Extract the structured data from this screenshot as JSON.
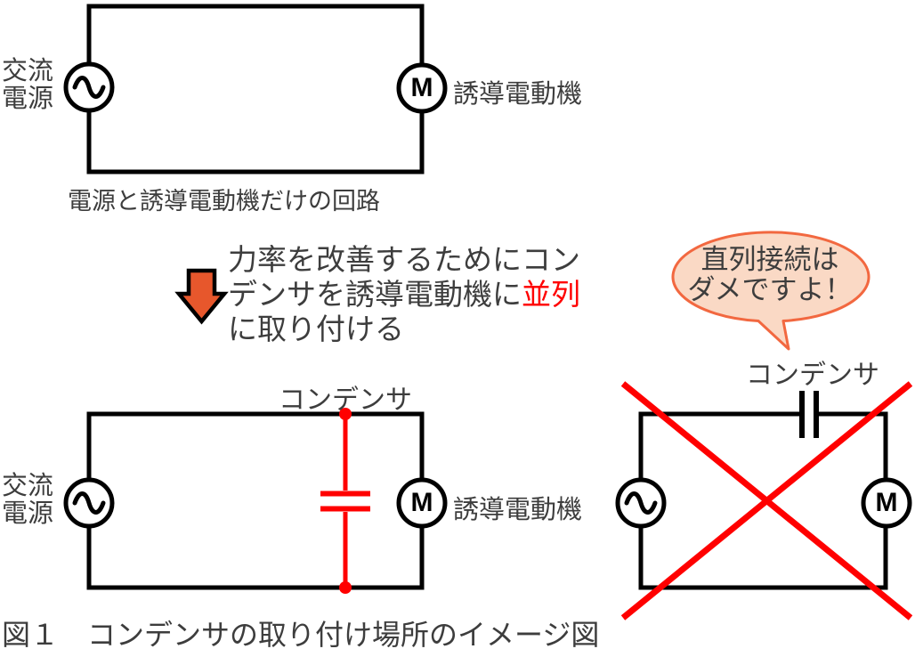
{
  "colors": {
    "wire_black": "#000000",
    "highlight_red": "#ff0000",
    "text_gray": "#3d3d3d",
    "arrow_orange": "#e7572c",
    "bubble_fill": "#fad9c5",
    "bubble_border": "#f26840"
  },
  "top_circuit": {
    "ac_source_label": "交流\n電源",
    "motor_symbol": "M",
    "motor_label": "誘導電動機",
    "caption": "電源と誘導電動機だけの回路"
  },
  "transition": {
    "line1": "力率を改善するためにコン",
    "line2_prefix": "デンサを誘導電動機に",
    "line2_highlight": "並列",
    "line3": "に取り付ける"
  },
  "speech_bubble": {
    "line1": "直列接続は",
    "line2": "ダメですよ！"
  },
  "parallel_circuit": {
    "capacitor_label": "コンデンサ",
    "ac_source_label": "交流\n電源",
    "motor_symbol": "M",
    "motor_label": "誘導電動機"
  },
  "series_circuit": {
    "capacitor_label": "コンデンサ",
    "motor_symbol": "M"
  },
  "figure_caption": "図１　コンデンサの取り付け場所のイメージ図"
}
